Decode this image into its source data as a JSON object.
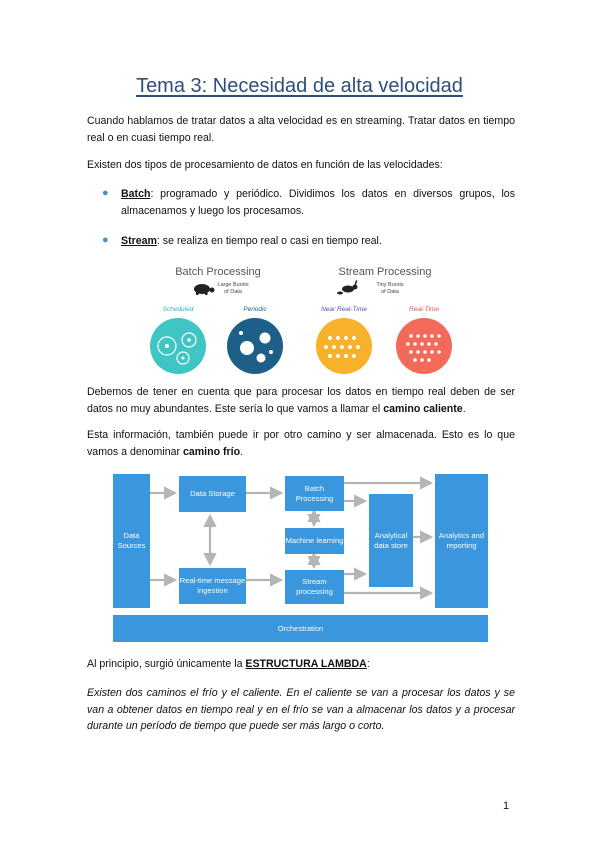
{
  "title": "Tema 3: Necesidad de alta velocidad",
  "p1": "Cuando hablamos de tratar datos a alta velocidad es en streaming. Tratar datos en tiempo real o en cuasi tiempo real.",
  "p2": "Existen dos tipos de procesamiento de datos en función de las velocidades:",
  "bullets": [
    {
      "term": "Batch",
      "text": ": programado y periódico. Dividimos los datos en diversos grupos, los almacenamos y luego los procesamos."
    },
    {
      "term": "Stream",
      "text": ": se realiza en tiempo real o casi en tiempo real."
    }
  ],
  "processing_figure": {
    "batch_title": "Batch Processing",
    "batch_sub": [
      "Large Bursts",
      "of Data"
    ],
    "stream_title": "Stream Processing",
    "stream_sub": [
      "Tiny Bursts",
      "of Data"
    ],
    "circles": [
      {
        "label": "Scheduled",
        "color": "#3fc6c4",
        "label_color": "#2bb3b1"
      },
      {
        "label": "Periodic",
        "color": "#1d5f86",
        "label_color": "#1d5f86"
      },
      {
        "label": "Near Real-Time",
        "color": "#f7b12b",
        "label_color": "#5b48b3"
      },
      {
        "label": "Real-Time",
        "color": "#f26a5a",
        "label_color": "#e0564a"
      }
    ]
  },
  "p3_pre": "Debemos de tener en cuenta que para procesar los datos en tiempo real deben de ser datos no muy abundantes. Este sería lo que vamos a llamar el ",
  "p3_bold": "camino caliente",
  "p3_post": ".",
  "p4_pre": "Esta información, también puede ir por otro camino y ser almacenada. Esto es lo que vamos a denominar ",
  "p4_bold": "camino frío",
  "p4_post": ".",
  "architecture": {
    "data_sources": "Data Sources",
    "data_storage": "Data Storage",
    "batch_processing": "Batch Processing",
    "machine_learning": "Machine learning",
    "analytical_store": "Analytical data store",
    "analytics": "Analytics and reporting",
    "realtime": "Real-time message ingestion",
    "stream_processing": "Stream processing",
    "orchestration": "Orchestration",
    "box_color": "#3a96dd",
    "arrow_color": "#b5b5b5"
  },
  "p5_pre": "Al principio, surgió únicamente la ",
  "p5_bold": "ESTRUCTURA LAMBDA",
  "p5_post": ":",
  "p6": "Existen dos caminos el frío y el caliente. En el caliente se van a procesar los datos y se van a obtener datos en tiempo real y en el frío se van a almacenar los datos y a procesar durante un período de tiempo que puede ser más largo o corto.",
  "page_number": "1"
}
